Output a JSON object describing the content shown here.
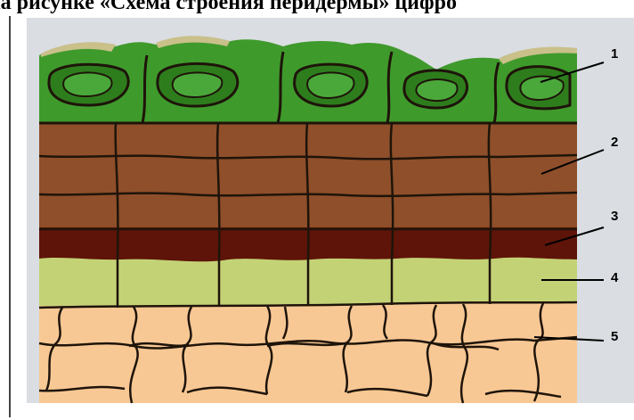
{
  "caption": "На рисунке «Схема строения перидермы» цифро",
  "labels": [
    "1",
    "2",
    "3",
    "4",
    "5"
  ],
  "colors": {
    "layer1": "#3f9a2c",
    "layer1_dark": "#2e7d1d",
    "layer1_cuticle": "#c9c08a",
    "layer2": "#8e4f2a",
    "layer3": "#5e1408",
    "layer4": "#c4d276",
    "layer5": "#f8c894",
    "outline": "#1e140a",
    "panel": "#dadde2"
  }
}
